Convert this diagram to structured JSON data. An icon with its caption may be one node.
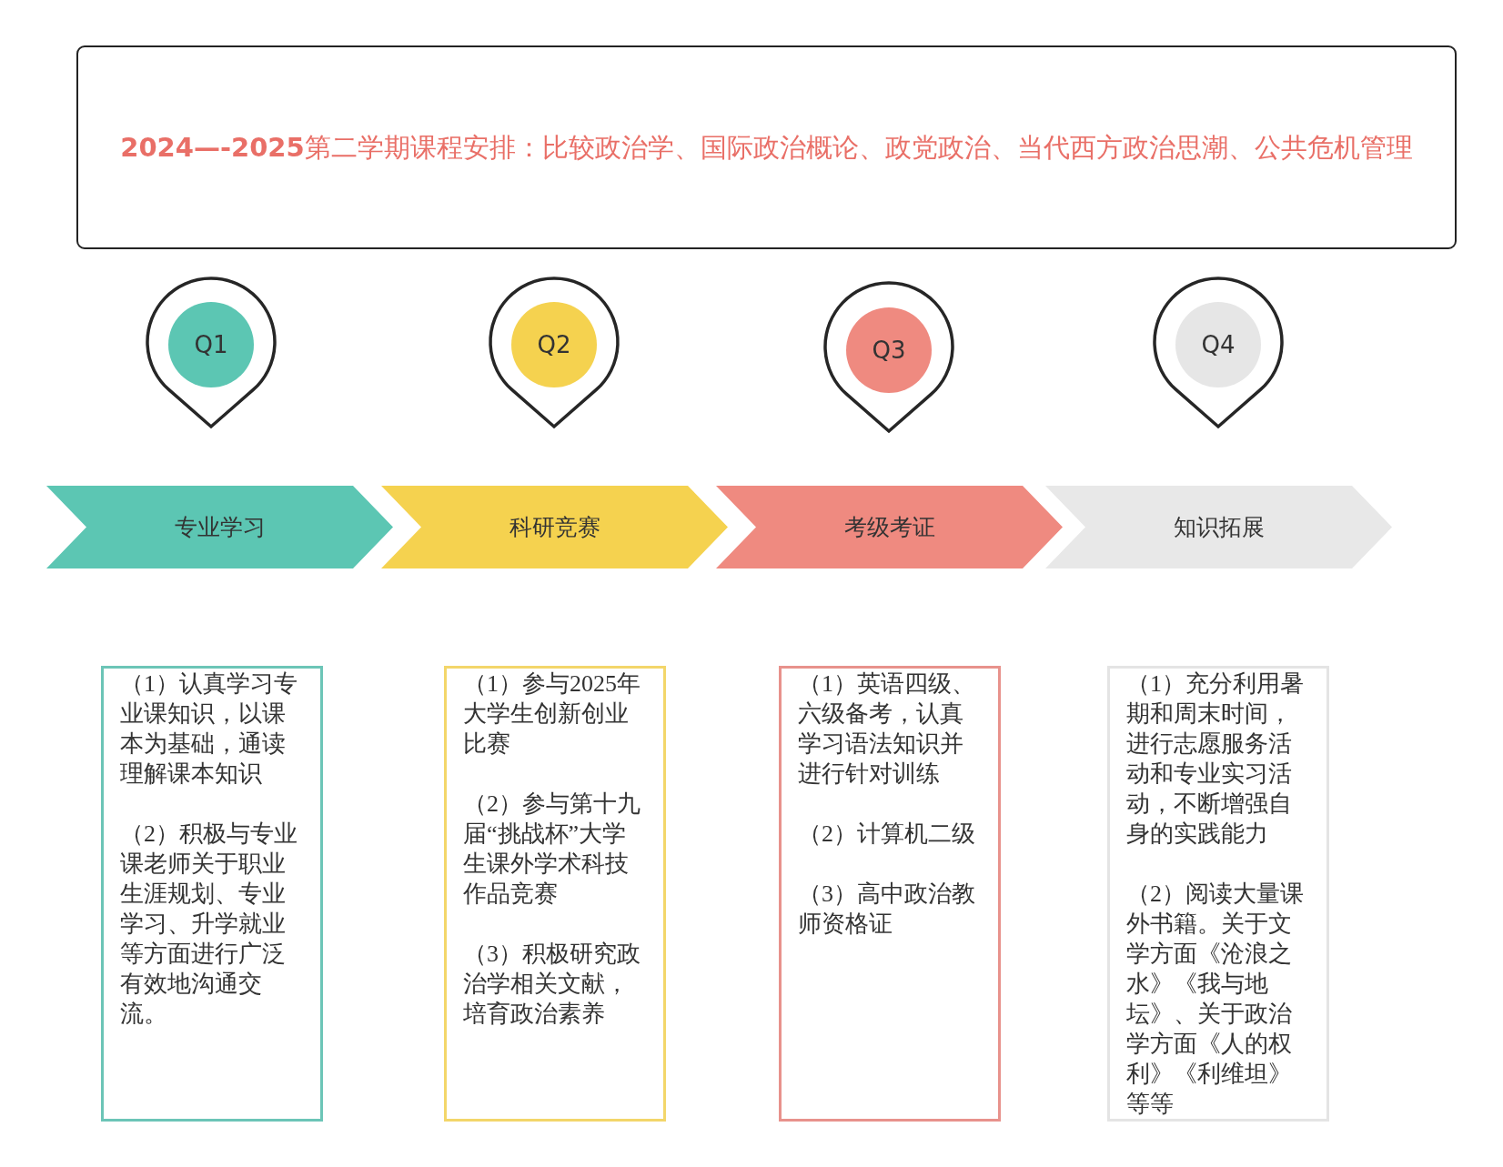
{
  "diagram": {
    "nodes": [
      {
        "text": [
          "**2024—-2025**第二学期课程安排：比较政治学、国际政治概论、政党政治、当代西方政治思潮、公共危机管理"
        ]
      },
      {
        "text": [
          "Q1"
        ]
      },
      {
        "text": [
          "Q2"
        ]
      },
      {
        "text": [
          "Q3"
        ]
      },
      {
        "text": [
          "Q4"
        ]
      },
      {
        "text": [
          "专业学习"
        ]
      },
      {
        "text": [
          "科研竞赛"
        ]
      },
      {
        "text": [
          "考级考证"
        ]
      },
      {
        "text": [
          "知识拓展"
        ]
      },
      {
        "text": [
          "（1）认真学习专业课知识，以课本为基础，通读理解课本知识",
          "（2）积极与专业课老师关于职业生涯规划、专业学习、升学就业等方面进行广泛有效地沟通交流。"
        ]
      },
      {
        "text": [
          "（1）参与2025年大学生创新创业比赛",
          "（2）参与第十九届“挑战杯”大学生课外学术科技作品竞赛",
          "（3）积极研究政治学相关文献，培育政治素养"
        ]
      },
      {
        "text": [
          "（1）英语四级、六级备考，认真学习语法知识并进行针对训练",
          "（2）计算机二级",
          "（3）高中政治教师资格证"
        ]
      },
      {
        "text": [
          "（1）充分利用暑期和周末时间，进行志愿服务活动和专业实习活动，不断增强自身的实践能力",
          "（2）阅读大量课外书籍。关于文学方面《沧浪之水》《我与地坛》、关于政治学方面《人的权利》《利维坦》等等"
        ]
      }
    ]
  }
}
